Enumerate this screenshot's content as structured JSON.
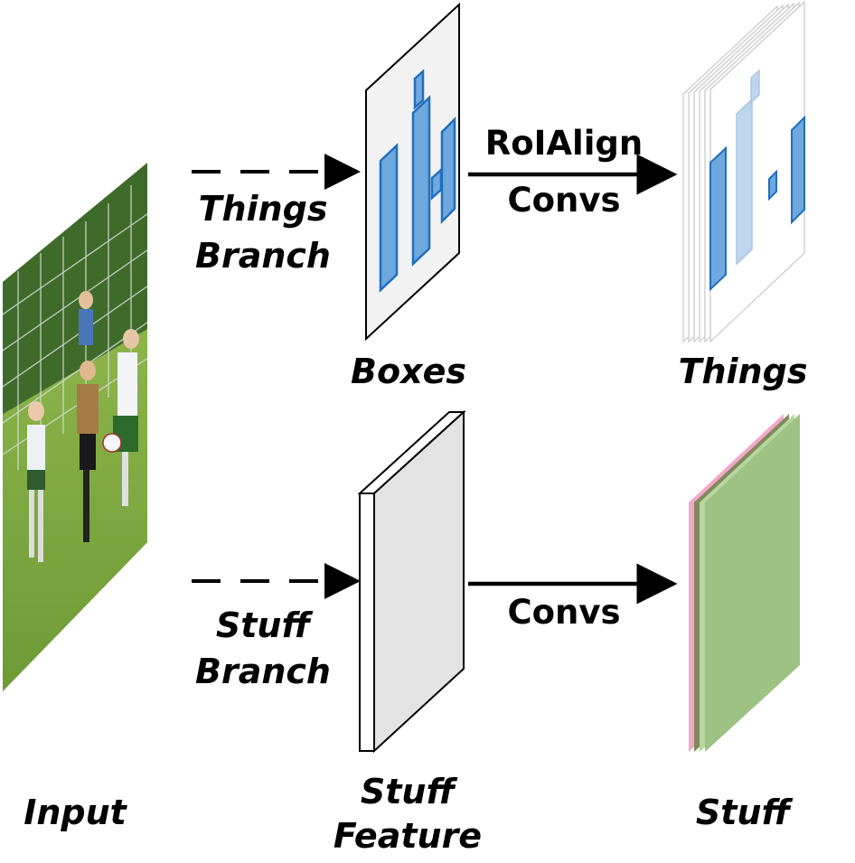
{
  "input": {
    "label": "Input"
  },
  "things_branch": {
    "line1": "Things",
    "line2": "Branch"
  },
  "stuff_branch": {
    "line1": "Stuff",
    "line2": "Branch"
  },
  "boxes": {
    "label": "Boxes"
  },
  "things": {
    "label": "Things"
  },
  "stuff_feature": {
    "line1": "Stuff",
    "line2": "Feature"
  },
  "stuff": {
    "label": "Stuff"
  },
  "arrows": {
    "things_ops_1": "RoIAlign",
    "things_ops_2": "Convs",
    "stuff_ops": "Convs"
  },
  "colors": {
    "box_fill": "#6fa8dc",
    "box_stroke": "#1f6fbf",
    "plane_fill": "#f2f2f2",
    "stuff_green": "#9dc284",
    "stuff_pink": "#f4a7c9",
    "grass": "#6e9a36"
  }
}
